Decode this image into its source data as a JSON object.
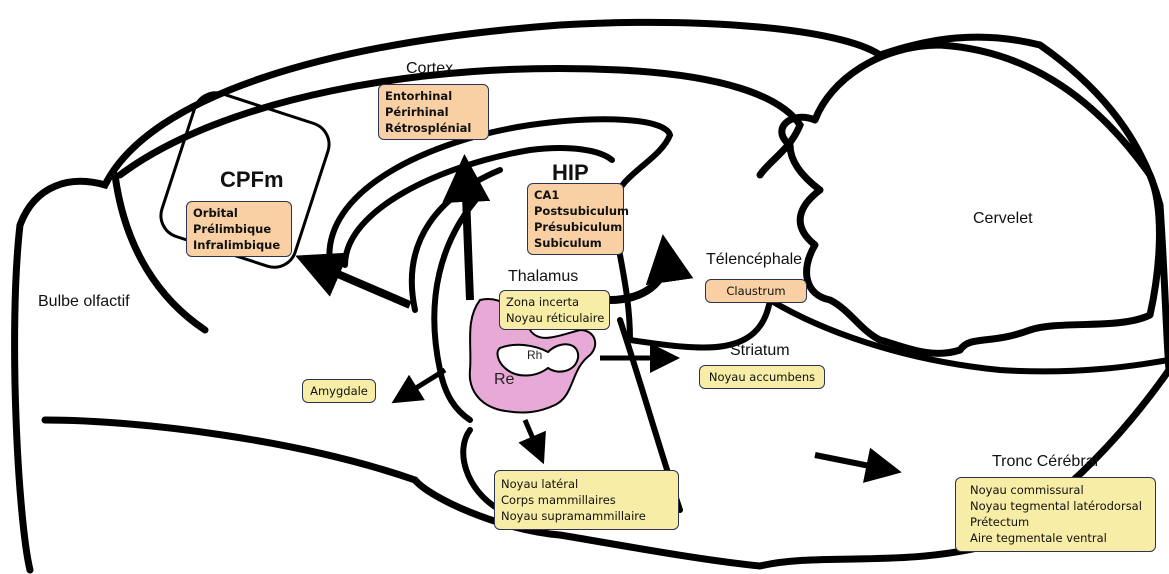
{
  "colors": {
    "outline": "#000000",
    "orange_box": "#f8d0a4",
    "yellow_box": "#f7eda6",
    "nucleus_fill": "#e7a9d6",
    "box_border": "#2b3350"
  },
  "regions": {
    "cortex": "Cortex",
    "cpfm": "CPFm",
    "hip": "HIP",
    "thalamus": "Thalamus",
    "telencephale": "Télencéphale",
    "striatum": "Striatum",
    "cervelet": "Cervelet",
    "bulbe": "Bulbe olfactif",
    "tronc": "Tronc Cérébral"
  },
  "nuclei": {
    "re": "Re",
    "rh": "Rh"
  },
  "boxes": {
    "cortex": [
      "Entorhinal",
      "Périrhinal",
      "Rétrosplénial"
    ],
    "cpfm": [
      "Orbital",
      "Prélimbique",
      "Infralimbique"
    ],
    "hip": [
      "CA1",
      "Postsubiculum",
      "Présubiculum",
      "Subiculum"
    ],
    "thalamus": [
      "Zona incerta",
      "Noyau réticulaire"
    ],
    "telencephale": [
      "Claustrum"
    ],
    "striatum": [
      "Noyau accumbens"
    ],
    "amygdale": [
      "Amygdale"
    ],
    "hypothalamus": [
      "Noyau latéral",
      "Corps mammillaires",
      "Noyau supramammillaire"
    ],
    "tronc": [
      "Noyau commissural",
      "Noyau tegmental latérodorsal",
      "Prétectum",
      "Aire tegmentale ventral"
    ]
  }
}
